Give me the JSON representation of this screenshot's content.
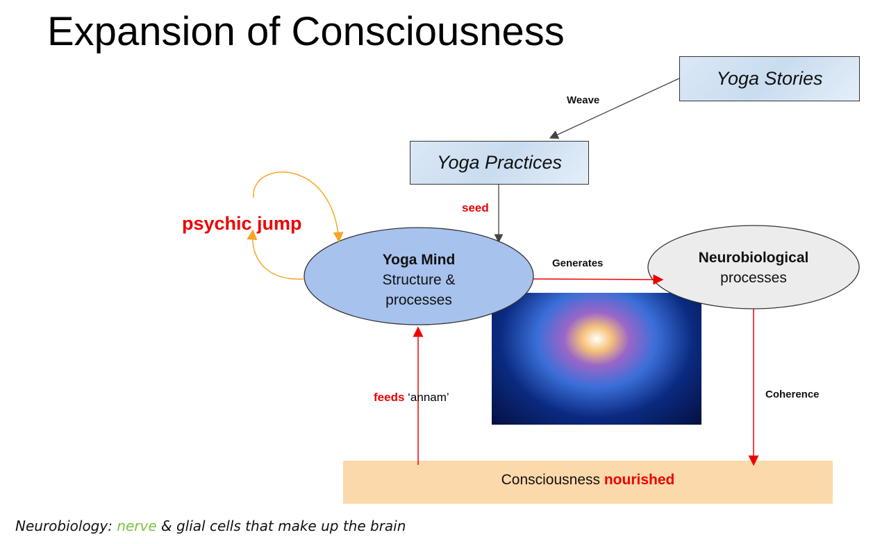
{
  "title": "Expansion of Consciousness",
  "nodes": {
    "yoga_stories": "Yoga Stories",
    "yoga_practices": "Yoga Practices",
    "yoga_mind_title": "Yoga Mind",
    "yoga_mind_line2": "Structure &",
    "yoga_mind_line3": "processes",
    "neuro_title": "Neurobiological",
    "neuro_line2": "processes",
    "consciousness_prefix": "Consciousness",
    "consciousness_emph": "nourished"
  },
  "edges": {
    "weave": "Weave",
    "seed": "seed",
    "generates": "Generates",
    "coherence": "Coherence",
    "feeds": "feeds",
    "annam": "‘annam’",
    "psychic_jump": "psychic jump"
  },
  "footnote": {
    "prefix": "Neurobiology:",
    "highlight": "nerve",
    "suffix": "& glial cells that make up the brain"
  },
  "colors": {
    "red": "#ee0000",
    "orange": "#f5a623",
    "mind_fill": "#a8c2ee",
    "neuro_fill": "#ececec",
    "consciousness_fill": "#fcd9aa",
    "footnote_green": "#7cc243"
  }
}
